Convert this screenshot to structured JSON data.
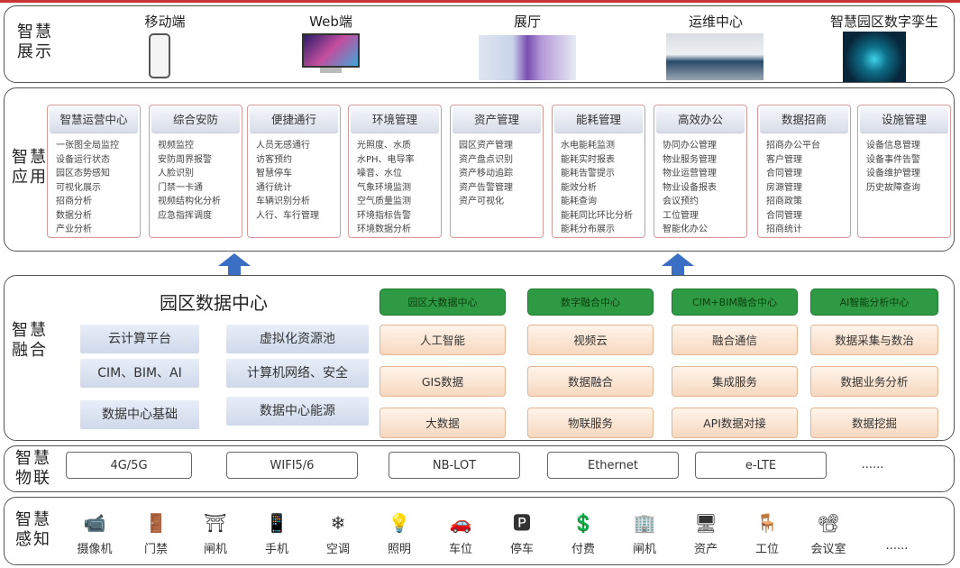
{
  "layers": {
    "display": {
      "label": "智慧展示",
      "items": [
        {
          "title": "移动端",
          "pic": "phone-picture"
        },
        {
          "title": "Web端",
          "pic": "monitor-picture"
        },
        {
          "title": "展厅",
          "pic": "showroom-picture"
        },
        {
          "title": "运维中心",
          "pic": "ops-center-picture"
        },
        {
          "title": "智慧园区数字孪生",
          "pic": "digital-twin-picture"
        }
      ]
    },
    "apps": {
      "label": "智慧应用",
      "cards": [
        {
          "title": "智慧运营中心",
          "items": [
            "一张图全局监控",
            "设备运行状态",
            "园区态势感知",
            "可视化展示",
            "招商分析",
            "数据分析",
            "产业分析"
          ]
        },
        {
          "title": "综合安防",
          "items": [
            "视频监控",
            "安防周界报警",
            "人脸识别",
            "门禁一卡通",
            "视频结构化分析",
            "应急指挥调度"
          ]
        },
        {
          "title": "便捷通行",
          "items": [
            "人员无感通行",
            "访客预约",
            "智慧停车",
            "通行统计",
            "车辆识别分析",
            "人行、车行管理"
          ]
        },
        {
          "title": "环境管理",
          "items": [
            "光照度、水质",
            "水PH、电导率",
            "噪音、水位",
            "气象环境监测",
            "空气质量监测",
            "环境指标告警",
            "环境数据分析"
          ]
        },
        {
          "title": "资产管理",
          "items": [
            "园区资产管理",
            "资产盘点识别",
            "资产移动追踪",
            "资产告警管理",
            "资产可视化"
          ]
        },
        {
          "title": "能耗管理",
          "items": [
            "水电能耗监测",
            "能耗实时报表",
            "能耗告警提示",
            "能效分析",
            "能耗查询",
            "能耗同比环比分析",
            "能耗分布展示"
          ]
        },
        {
          "title": "高效办公",
          "items": [
            "协同办公管理",
            "物业服务管理",
            "物业运营管理",
            "物业设备报表",
            "会议预约",
            "工位管理",
            "智能化办公"
          ]
        },
        {
          "title": "数据招商",
          "items": [
            "招商办公平台",
            "客户管理",
            "合同管理",
            "房源管理",
            "招商政策",
            "合同管理",
            "招商统计"
          ]
        },
        {
          "title": "设施管理",
          "items": [
            "设备信息管理",
            "设备事件告警",
            "设备维护管理",
            "历史故障查询"
          ]
        }
      ]
    },
    "fusion": {
      "label": "智慧融合",
      "title": "园区数据中心",
      "blue": [
        "云计算平台",
        "虚拟化资源池",
        "CIM、BIM、AI",
        "计算机网络、安全",
        "数据中心基础",
        "数据中心能源"
      ],
      "columns": [
        {
          "head": "园区大数据中心",
          "items": [
            "人工智能",
            "GIS数据",
            "大数据"
          ]
        },
        {
          "head": "数字融合中心",
          "items": [
            "视频云",
            "数据融合",
            "物联服务"
          ]
        },
        {
          "head": "CIM+BIM融合中心",
          "items": [
            "融合通信",
            "集成服务",
            "API数据对接"
          ]
        },
        {
          "head": "AI智能分析中心",
          "items": [
            "数据采集与数治",
            "数据业务分析",
            "数据挖掘"
          ]
        }
      ]
    },
    "iot": {
      "label": "智慧物联",
      "items": [
        "4G/5G",
        "WIFI5/6",
        "NB-LOT",
        "Ethernet",
        "e-LTE",
        "......"
      ]
    },
    "sense": {
      "label": "智慧感知",
      "items": [
        {
          "label": "摄像机",
          "icon": "camera-icon",
          "glyph": "📹"
        },
        {
          "label": "门禁",
          "icon": "door-icon",
          "glyph": "🚪"
        },
        {
          "label": "闸机",
          "icon": "gate-icon",
          "glyph": "⛩"
        },
        {
          "label": "手机",
          "icon": "phone-icon",
          "glyph": "📱"
        },
        {
          "label": "空调",
          "icon": "air-conditioner-icon",
          "glyph": "❄"
        },
        {
          "label": "照明",
          "icon": "light-icon",
          "glyph": "💡"
        },
        {
          "label": "车位",
          "icon": "parking-car-icon",
          "glyph": "🚗"
        },
        {
          "label": "停车",
          "icon": "parking-icon",
          "glyph": "🅿"
        },
        {
          "label": "付费",
          "icon": "payment-icon",
          "glyph": "💲"
        },
        {
          "label": "闸机",
          "icon": "turnstile-icon",
          "glyph": "🏢"
        },
        {
          "label": "资产",
          "icon": "asset-icon",
          "glyph": "🖥"
        },
        {
          "label": "工位",
          "icon": "workstation-icon",
          "glyph": "🪑"
        },
        {
          "label": "会议室",
          "icon": "meeting-room-icon",
          "glyph": "📽"
        },
        {
          "label": "......",
          "icon": "more-icon",
          "glyph": ""
        }
      ]
    }
  },
  "colors": {
    "accent_green": "#2e9a43",
    "arrow_blue": "#3b6fc4",
    "top_line": "#cc3333"
  }
}
